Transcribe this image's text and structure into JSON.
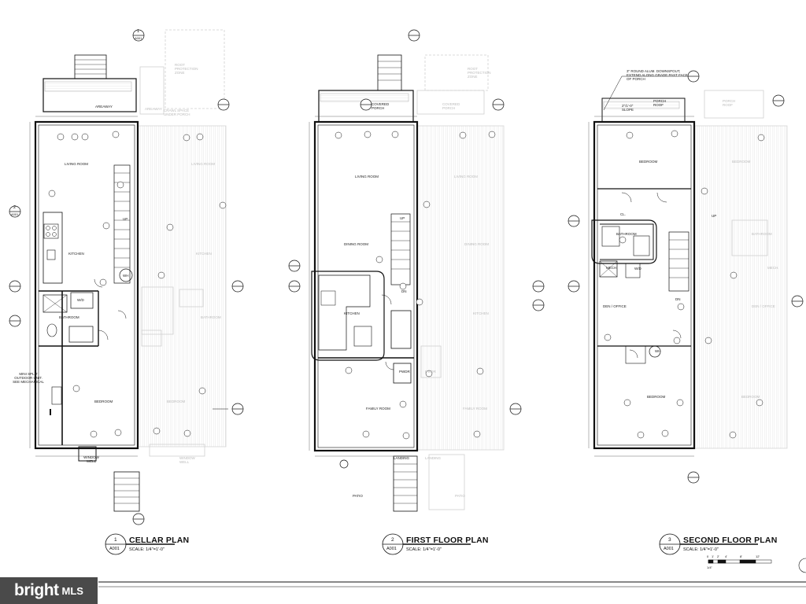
{
  "plans": [
    {
      "number": "1",
      "sheet": "A001",
      "title": "CELLAR PLAN",
      "scale": "SCALE: 1/4\"=1'-0\"",
      "rooms": [
        "AREAWAY",
        "LIVING ROOM",
        "KITCHEN",
        "BATHROOM",
        "BEDROOM",
        "UP",
        "W/D",
        "WH"
      ],
      "ghost_rooms": [
        "AREAWAY",
        "CRAWL SPACE UNDER PORCH",
        "ROOT PROTECTION ZONE",
        "LIVING ROOM",
        "KITCHEN",
        "BATHROOM",
        "BEDROOM",
        "WINDOW WELL"
      ],
      "notes": [
        "MINI SPLIT OUTDOOR UNIT. SEE MECHANICAL",
        "WINDOW WELL"
      ]
    },
    {
      "number": "2",
      "sheet": "A001",
      "title": "FIRST FLOOR PLAN",
      "scale": "SCALE: 1/4\"=1'-0\"",
      "rooms": [
        "COVERED PORCH",
        "LIVING ROOM",
        "DINING ROOM",
        "KITCHEN",
        "FAMILY ROOM",
        "PWDR",
        "LANDING",
        "PATIO",
        "UP",
        "DN"
      ],
      "ghost_rooms": [
        "COVERED PORCH",
        "ROOT PROTECTION ZONE",
        "LIVING ROOM",
        "DINING ROOM",
        "KITCHEN",
        "FAMILY ROOM",
        "PWDR",
        "LANDING",
        "PATIO"
      ],
      "notes": []
    },
    {
      "number": "3",
      "sheet": "A001",
      "title": "SECOND FLOOR PLAN",
      "scale": "SCALE: 1/4\"=1'-0\"",
      "rooms": [
        "PORCH ROOF",
        "BEDROOM",
        "BATHROOM",
        "MECH.",
        "W/D",
        "DEN / OFFICE",
        "CL.",
        "WH",
        "BEDROOM",
        "DN",
        "UP"
      ],
      "ghost_rooms": [
        "PORCH ROOF",
        "BEDROOM",
        "BATHROOM",
        "MECH.",
        "DEN / OFFICE",
        "BEDROOM"
      ],
      "notes": [
        "3\" ROUND ALUM. DOWNSPOUT, EXTEND ALONG GRADE PAST FACE OF PORCH",
        "2\"/1'-0\" SLOPE"
      ]
    }
  ],
  "section_refs": {
    "top_number": "1",
    "top_sheet": "A001",
    "side_number": "2",
    "side_sheet": "A001"
  },
  "scale_bar": {
    "ticks": [
      "0",
      "1'",
      "2'",
      "4'",
      "8'",
      "12'"
    ],
    "label": "1/4\""
  },
  "watermark": {
    "brand": "bright",
    "suffix": "MLS"
  }
}
